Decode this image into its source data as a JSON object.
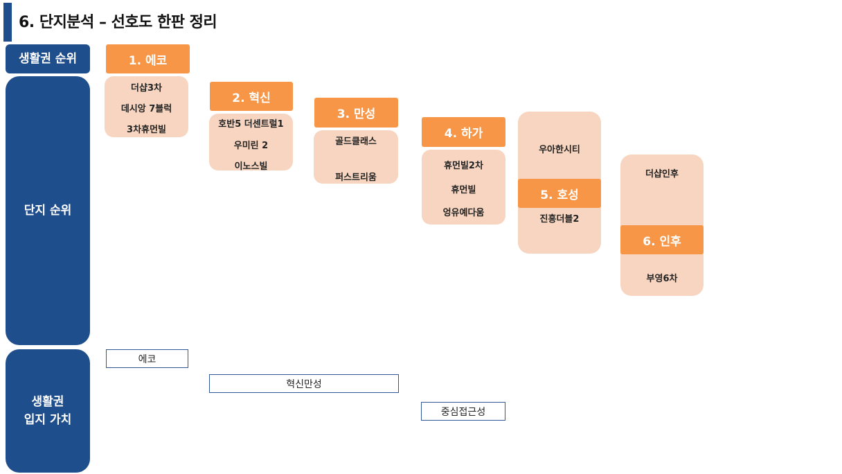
{
  "title": "6. 단지분석 – 선호도 한판 정리",
  "side_labels": {
    "area_rank": "생활권 순위",
    "complex_rank": "단지 순위",
    "location_value": "생활권\n입지 가치"
  },
  "areas": [
    {
      "label": "1. 에코",
      "complexes": [
        "더샵3차",
        "데시앙 7블럭",
        "3차휴먼빌"
      ]
    },
    {
      "label": "2. 혁신",
      "complexes": [
        "호반5 더센트럴1",
        "우미린 2",
        "이노스빌"
      ]
    },
    {
      "label": "3. 만성",
      "complexes": [
        "골드클래스",
        "퍼스트리움"
      ]
    },
    {
      "label": "4. 하가",
      "complexes": [
        "휴먼빌2차",
        "휴먼빌",
        "엉유예다움"
      ]
    },
    {
      "label": "5. 호성",
      "above": [
        "우아한시티"
      ],
      "complexes": [
        "진흥더블2"
      ]
    },
    {
      "label": "6. 인후",
      "above": [
        "더샵인후"
      ],
      "complexes": [
        "부영6차"
      ]
    }
  ],
  "location_values": [
    "에코",
    "혁신만성",
    "중심접근성"
  ],
  "colors": {
    "navy": "#1f4e8c",
    "orange": "#f79646",
    "peach": "#f7d5c0"
  }
}
